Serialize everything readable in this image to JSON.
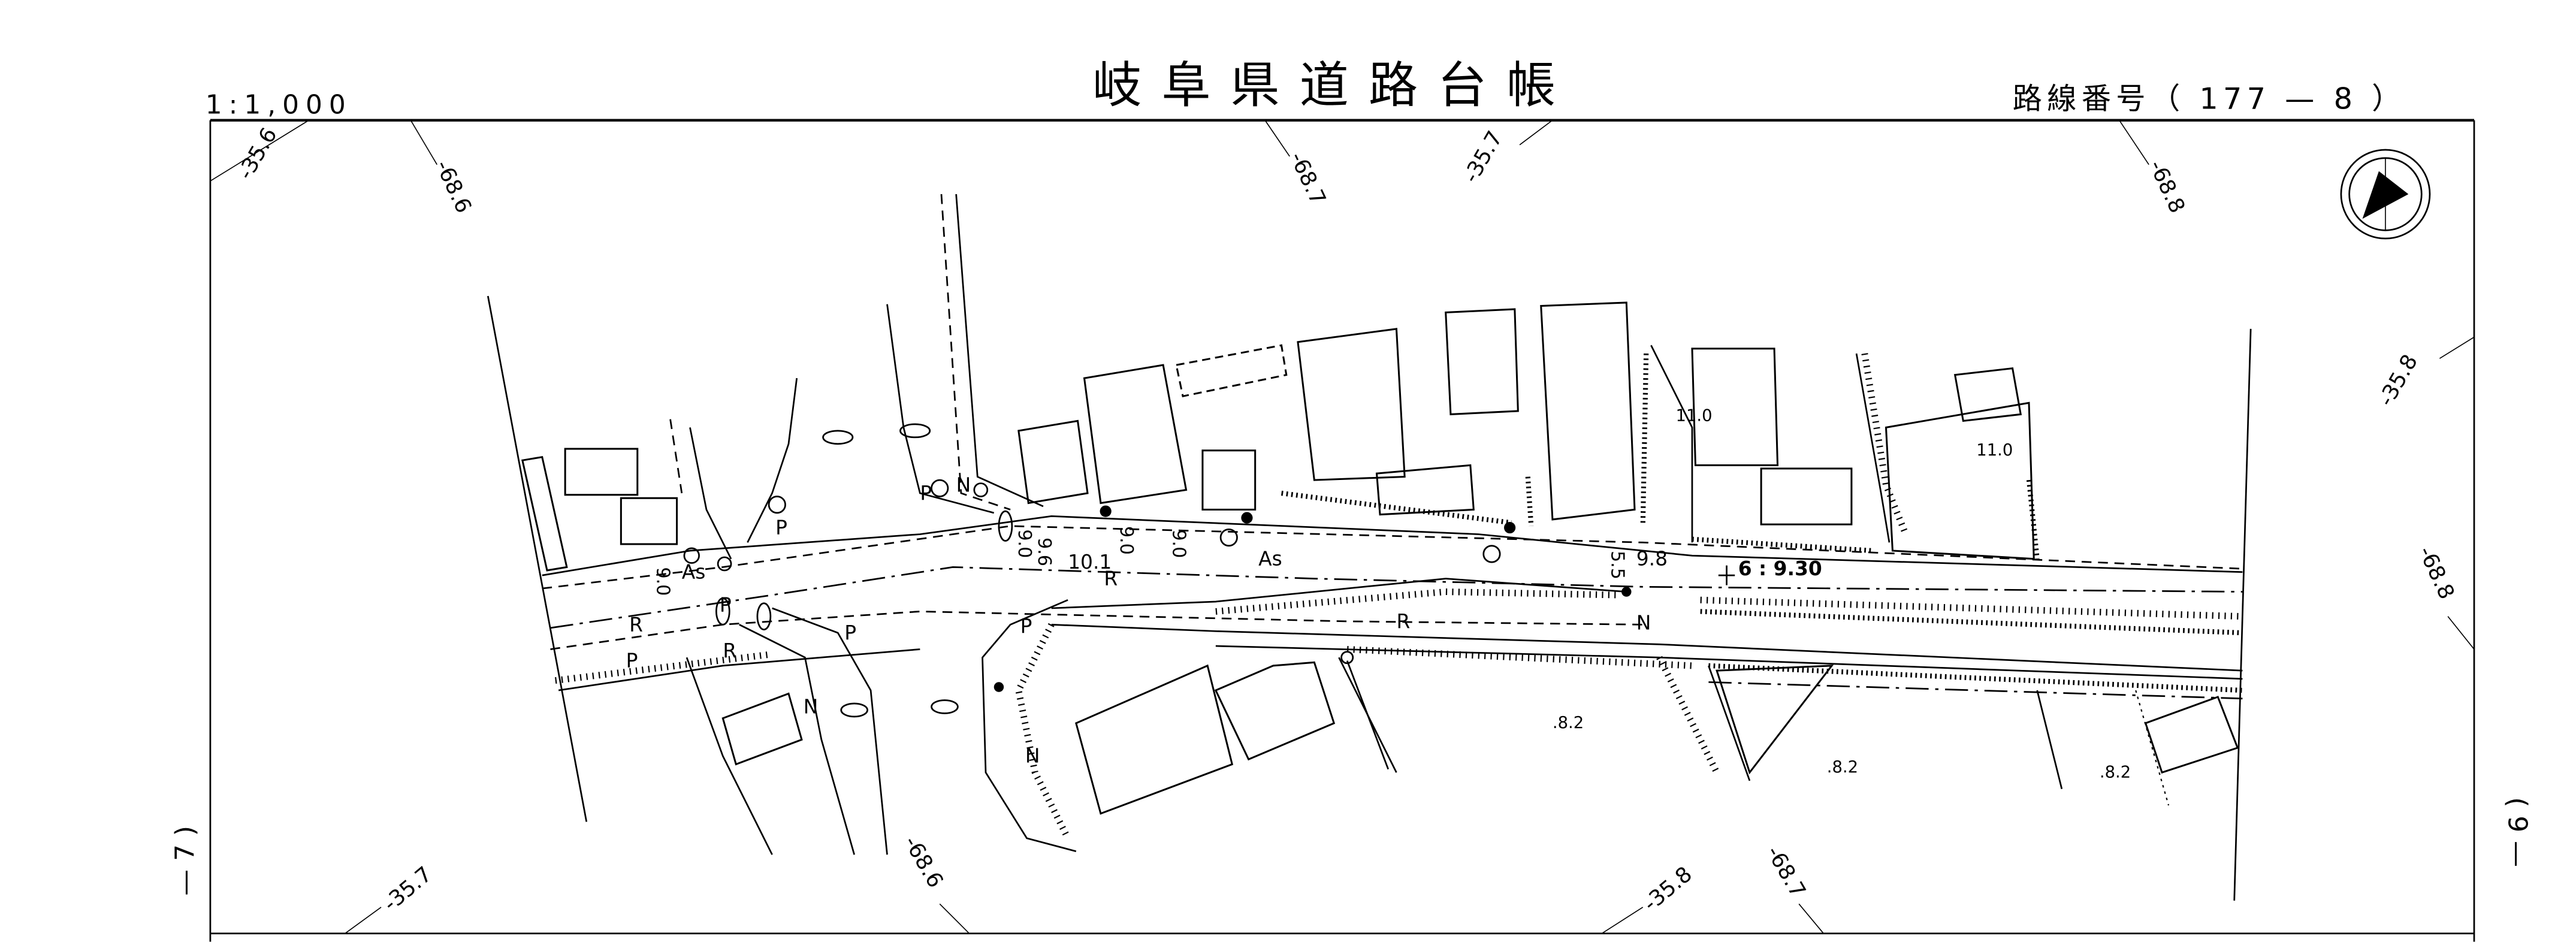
{
  "header": {
    "scale": "1:1,000",
    "title": "岐阜県道路台帳",
    "route_label": "路線番号（ 177 —  8 ）"
  },
  "sheet_refs": {
    "left": "— 7 )",
    "right": "( 9 —"
  },
  "grid_labels": [
    "-35.6",
    "-68.6",
    "-68.7",
    "-35.7",
    "-68.8",
    "-35.8",
    "-68.8",
    "-35.7",
    "-68.6",
    "-35.8",
    "-68.7"
  ],
  "map_labels": {
    "as_1": "As",
    "as_2": "As",
    "r_1": "R",
    "r_2": "R",
    "r_3": "R",
    "r_4": "R",
    "p_1": "P",
    "p_2": "P",
    "p_3": "P",
    "p_4": "P",
    "p_5": "P",
    "p_6": "P",
    "n_1": "N",
    "n_2": "N",
    "n_3": "N",
    "n_4": "N",
    "width_1": "10.1",
    "width_2": "9.8",
    "width_3": "6 : 9.30",
    "width_4": "9.0",
    "width_5": "9.0",
    "width_6": "9.6",
    "width_7": "9.0",
    "width_8": "5.5",
    "width_9": "9.0",
    "elev_1": "11.0",
    "elev_2": "11.0",
    "elev_3": ".8.2",
    "elev_4": ".8.2",
    "elev_5": ".8.2"
  },
  "icons": {
    "compass": "north-arrow-icon",
    "manhole": "manhole-icon",
    "utility_pole": "utility-pole-icon"
  }
}
